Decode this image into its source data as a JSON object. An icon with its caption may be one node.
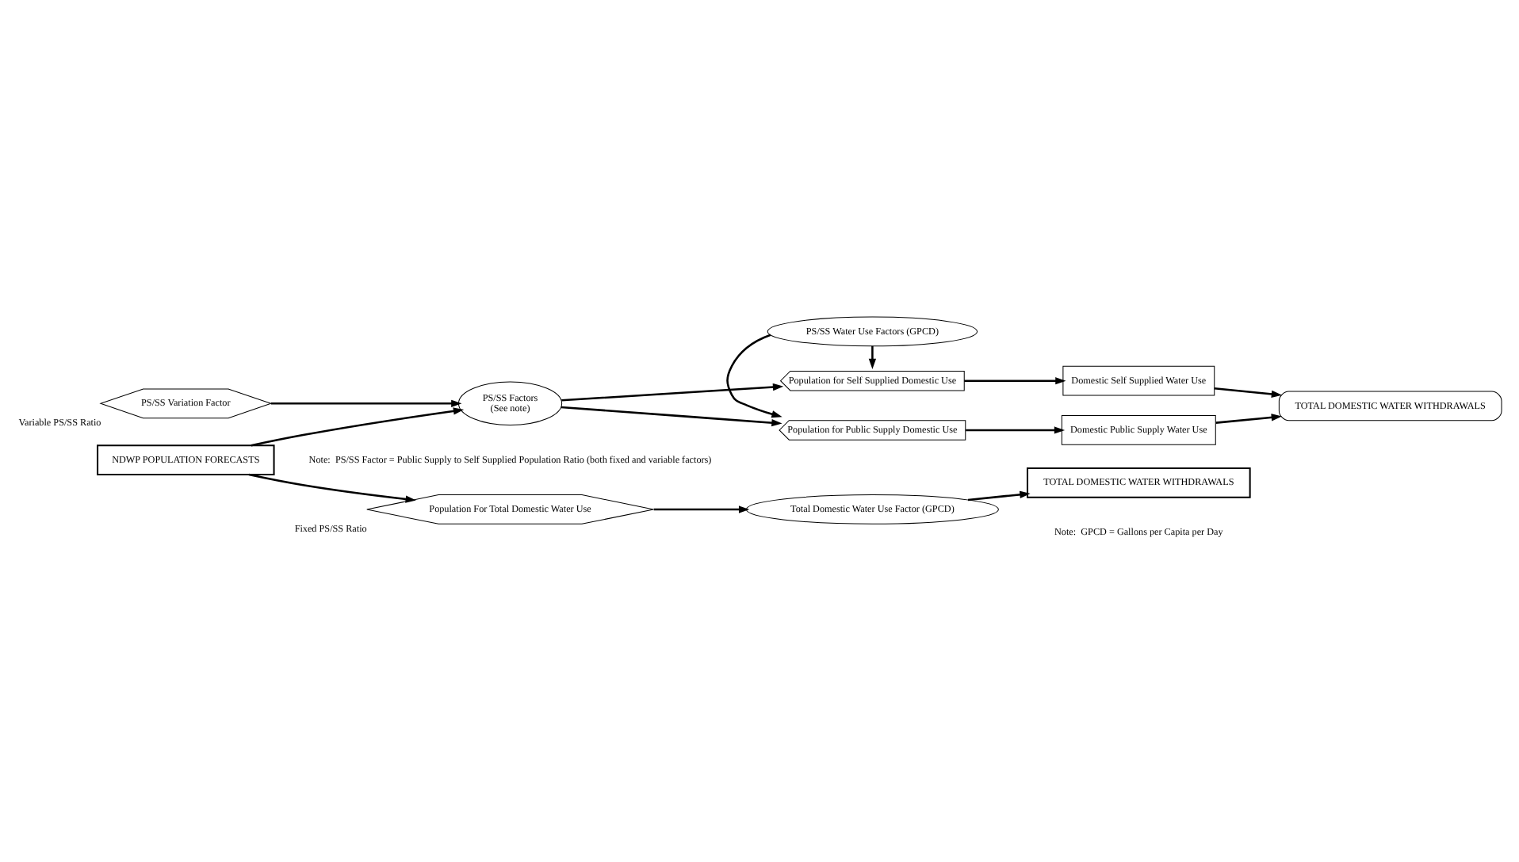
{
  "diagram": {
    "nodes": [
      {
        "text": [
          "NDWP POPULATION FORECASTS"
        ]
      },
      {
        "text": [
          "PS/SS Variation Factor"
        ],
        "beside": [
          "Variable PS/SS Ratio"
        ]
      },
      {
        "text": [
          "PS/SS Factors",
          "(See note)"
        ]
      },
      {
        "text": [
          "Population for Public Supply Domestic Use"
        ]
      },
      {
        "text": [
          "PS/SS Water Use Factors (GPCD)"
        ]
      },
      {
        "text": [
          "Population for Self Supplied Domestic Use"
        ]
      },
      {
        "text": [
          "Domestic Public Supply Water Use"
        ]
      },
      {
        "text": [
          "Domestic Self Supplied Water Use"
        ]
      },
      {
        "text": [
          "TOTAL DOMESTIC WATER WITHDRAWALS"
        ]
      },
      {
        "text": [
          "Population For Total Domestic Water Use"
        ],
        "beside": [
          "Fixed PS/SS Ratio"
        ]
      },
      {
        "text": [
          "Total Domestic Water Use Factor (GPCD)"
        ]
      },
      {
        "text": [
          "TOTAL DOMESTIC WATER WITHDRAWALS"
        ]
      }
    ],
    "edges": [
      {
        "from": 1,
        "to": 2,
        "arrow": "to"
      },
      {
        "from": 0,
        "to": 2,
        "arrow": "to"
      },
      {
        "from": 2,
        "to": 3,
        "arrow": "to"
      },
      {
        "from": 2,
        "to": 5,
        "arrow": "to"
      },
      {
        "from": 4,
        "to": 3,
        "arrow": "to"
      },
      {
        "from": 4,
        "to": 5,
        "arrow": "to"
      },
      {
        "from": 3,
        "to": 6,
        "arrow": "to"
      },
      {
        "from": 5,
        "to": 7,
        "arrow": "to"
      },
      {
        "from": 6,
        "to": 8,
        "arrow": "to"
      },
      {
        "from": 7,
        "to": 8,
        "arrow": "to"
      },
      {
        "from": 0,
        "to": 9,
        "arrow": "to"
      },
      {
        "from": 9,
        "to": 10,
        "arrow": "to"
      },
      {
        "from": 10,
        "to": 11,
        "arrow": "to"
      }
    ],
    "labels": [
      "Note:  PS/SS Factor = Public Supply to Self Supplied Population Ratio (both fixed and variable factors)",
      "Note:  GPCD = Gallons per Capita per Day"
    ]
  }
}
